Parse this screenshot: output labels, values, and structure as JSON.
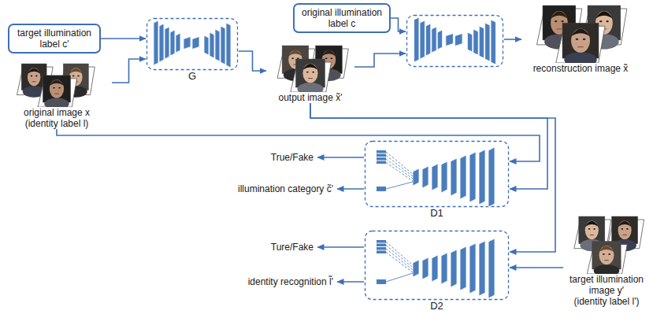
{
  "diagram": {
    "nodes": [
      {
        "text": [
          "target illumination label c'"
        ]
      },
      {
        "text": [
          "original image x",
          "(identity label l)"
        ]
      },
      {
        "text": [
          "G"
        ]
      },
      {
        "text": [
          "original illumination label c"
        ]
      },
      {
        "text": [
          "output image x̃'"
        ]
      },
      {
        "text": []
      },
      {
        "text": [
          "reconstruction image x̃"
        ]
      },
      {
        "text": [
          "True/Fake"
        ]
      },
      {
        "text": [
          "illumination category c̃'"
        ]
      },
      {
        "text": [
          "D1"
        ]
      },
      {
        "text": [
          "Ture/Fake"
        ]
      },
      {
        "text": [
          "identity recognition l̃'"
        ]
      },
      {
        "text": [
          "D2"
        ]
      },
      {
        "text": [
          "target illumination image y'",
          "(identity label l')"
        ]
      }
    ],
    "edges": [
      {
        "from": 0,
        "to": 2,
        "arrow": "to"
      },
      {
        "from": 1,
        "to": 2,
        "arrow": "to"
      },
      {
        "from": 2,
        "to": 4,
        "arrow": "to"
      },
      {
        "from": 4,
        "to": 5,
        "arrow": "to"
      },
      {
        "from": 3,
        "to": 5,
        "arrow": "to"
      },
      {
        "from": 5,
        "to": 6,
        "arrow": "to"
      },
      {
        "from": 1,
        "to": 9,
        "arrow": "to"
      },
      {
        "from": 4,
        "to": 9,
        "arrow": "to"
      },
      {
        "from": 4,
        "to": 12,
        "arrow": "to"
      },
      {
        "from": 13,
        "to": 12,
        "arrow": "to"
      },
      {
        "from": 9,
        "to": 7,
        "arrow": "to"
      },
      {
        "from": 9,
        "to": 8,
        "arrow": "to"
      },
      {
        "from": 12,
        "to": 10,
        "arrow": "to"
      },
      {
        "from": 12,
        "to": 11,
        "arrow": "to"
      }
    ]
  }
}
